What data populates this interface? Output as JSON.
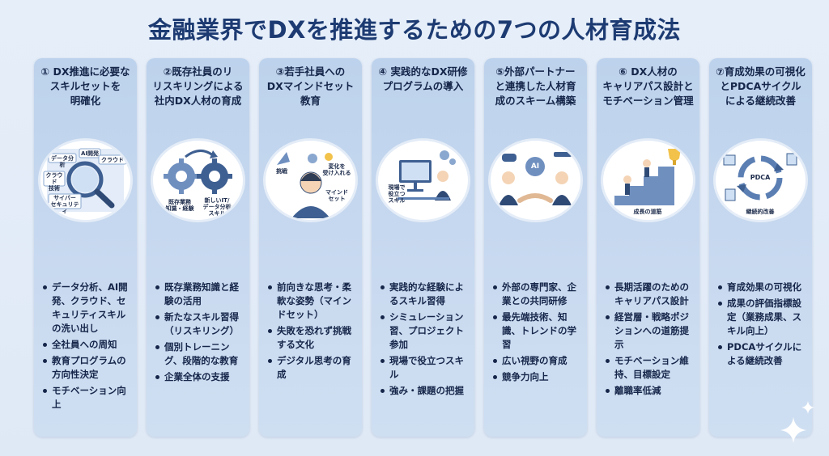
{
  "title": "金融業界でDXを推進するための7つの人材育成法",
  "columns": [
    {
      "heading": "① DX推進に必要な\nスキルセットを\n明確化",
      "labels": [
        "データ分析",
        "AI開発",
        "クラウド",
        "クラウド\n技術",
        "サイバー\nセキュリティ"
      ],
      "bullets": [
        "データ分析、AI開発、クラウド、セキュリティスキルの洗い出し",
        "全社員への周知",
        "教育プログラムの方向性決定",
        "モチベーション向上"
      ]
    },
    {
      "heading": "②既存社員のリ\nリスキリングによる\n社内DX人材の育成",
      "labels": [
        "既存業務\n知識・経験",
        "新しいIT/\nデータ分析\nスキル"
      ],
      "bullets": [
        "既存業務知識と経験の活用",
        "新たなスキル習得（リスキリング）",
        "個別トレーニング、段階的な教育",
        "企業全体の支援"
      ]
    },
    {
      "heading": "③若手社員への\nDXマインドセット\n教育",
      "labels": [
        "挑戦",
        "変化を\n受け入れる",
        "マインド\nセット"
      ],
      "bullets": [
        "前向きな思考・柔軟な姿勢（マインドセット）",
        "失敗を恐れず挑戦する文化",
        "デジタル思考の育成"
      ]
    },
    {
      "heading": "④ 実践的なDX研修\nプログラムの導入",
      "labels": [
        "現場で\n役立つ\nスキル"
      ],
      "bullets": [
        "実践的な経験によるスキル習得",
        "シミュレーション習、プロジェクト参加",
        "現場で役立つスキル",
        "強み・課題の把握"
      ]
    },
    {
      "heading": "⑤外部パートナー\nと連携した人材育\n成のスキーム構築",
      "labels": [
        "AI"
      ],
      "bullets": [
        "外部の専門家、企業との共同研修",
        "最先端技術、知識、トレンドの学習",
        "広い視野の育成",
        "競争力向上"
      ]
    },
    {
      "heading": "⑥ DX人材の\nキャリアパス設計と\nモチベーション管理",
      "labels": [
        "成長の道筋"
      ],
      "bullets": [
        "長期活躍のためのキャリアパス設計",
        "経営層・戦略ポジションへの道筋提示",
        "モチベーション維持、目標設定",
        "離職率低減"
      ]
    },
    {
      "heading": "⑦育成効果の可視化\nとPDCAサイクル\nによる継続改善",
      "labels": [
        "PDCA",
        "継続的改善"
      ],
      "bullets": [
        "育成効果の可視化",
        "成果の評価指標設定（業務成果、スキル向上）",
        "PDCAサイクルによる継続改善"
      ]
    }
  ],
  "colors": {
    "title": "#1d3b72",
    "card": "#c5d8ef",
    "accent": "#5b7fb3",
    "text": "#15264a"
  },
  "icons": [
    "magnifier-icon",
    "gears-icon",
    "person-rocket-icon",
    "computer-worker-icon",
    "handshake-icon",
    "stairs-trophy-icon",
    "pdca-cycle-icon",
    "sparkle-icon"
  ]
}
